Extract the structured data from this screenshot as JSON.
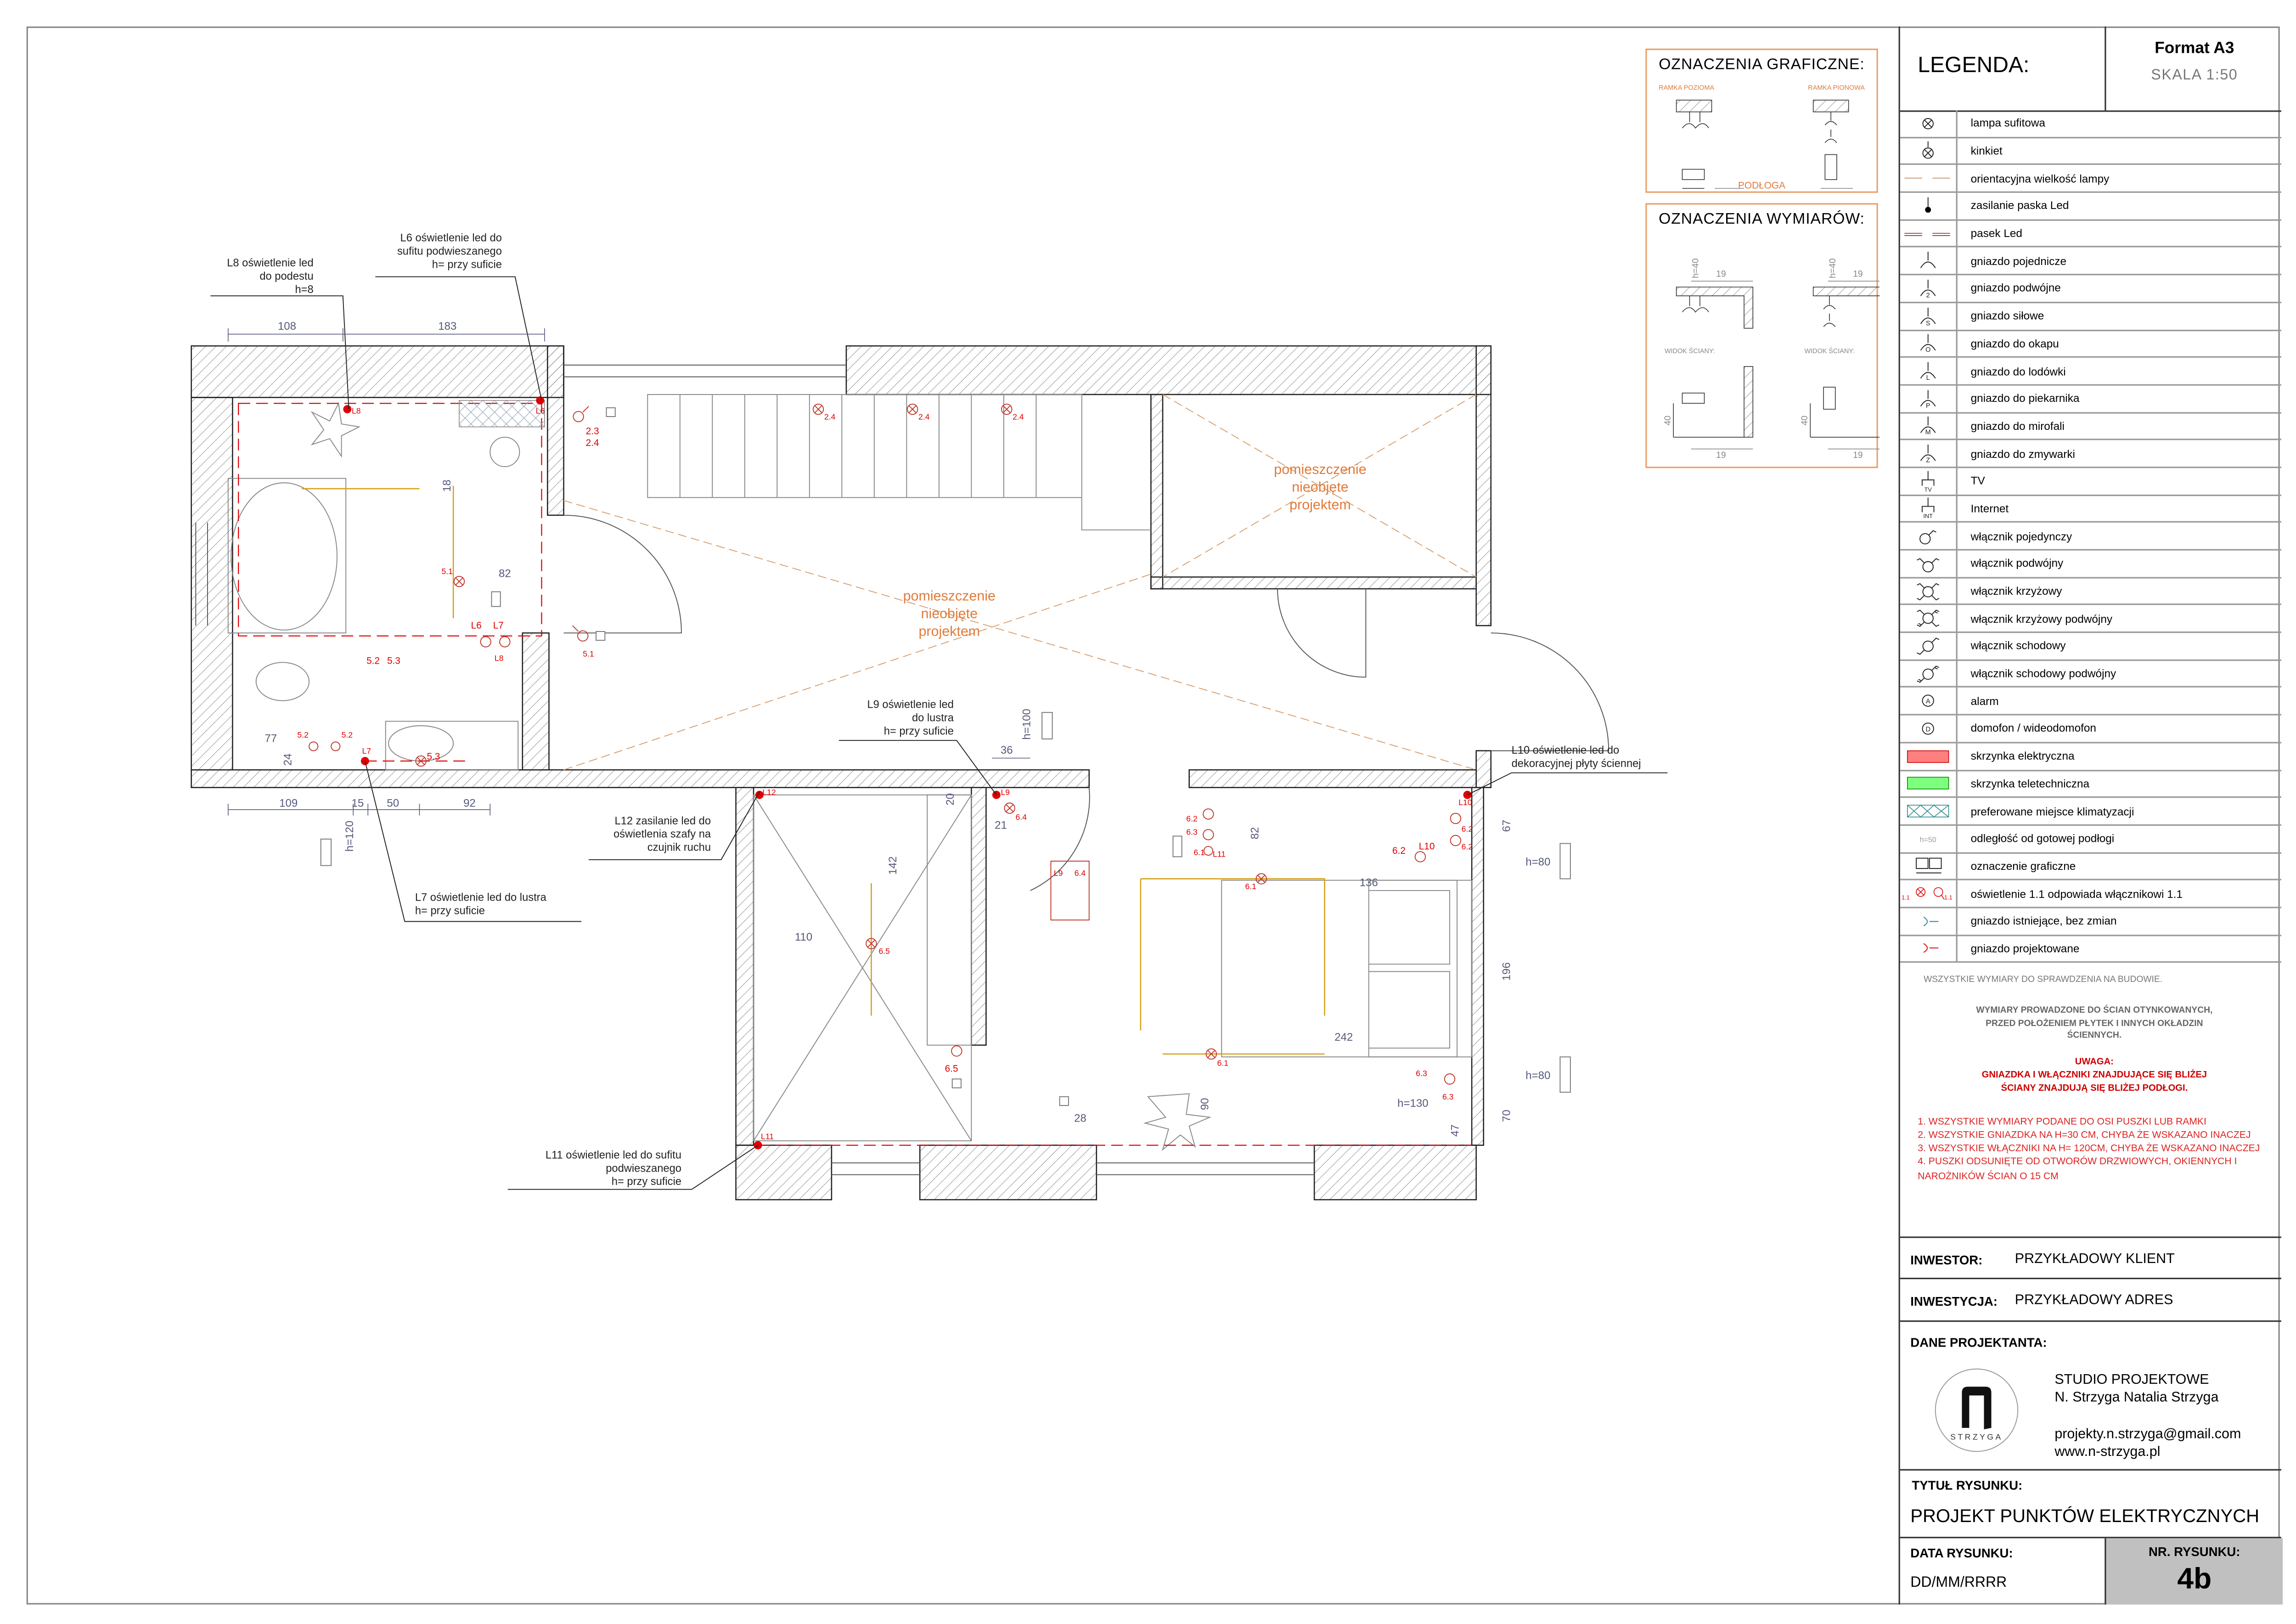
{
  "legend": {
    "title": "LEGENDA:",
    "format": "Format A3",
    "scale": "SKALA  1:50",
    "items": [
      {
        "icon": "ceiling-lamp",
        "label": "lampa sufitowa"
      },
      {
        "icon": "wall-lamp",
        "label": "kinkiet"
      },
      {
        "icon": "lamp-size",
        "label": "orientacyjna wielkość lampy"
      },
      {
        "icon": "led-supply",
        "label": "zasilanie paska Led"
      },
      {
        "icon": "led-strip",
        "label": "pasek Led"
      },
      {
        "icon": "socket",
        "text": "",
        "label": "gniazdo pojednicze"
      },
      {
        "icon": "socket",
        "text": "2",
        "label": "gniazdo podwójne"
      },
      {
        "icon": "socket",
        "text": "S",
        "label": "gniazdo siłowe"
      },
      {
        "icon": "socket",
        "text": "O",
        "label": "gniazdo do okapu"
      },
      {
        "icon": "socket",
        "text": "L",
        "label": "gniazdo do lodówki"
      },
      {
        "icon": "socket",
        "text": "P",
        "label": "gniazdo do piekarnika"
      },
      {
        "icon": "socket",
        "text": "M",
        "label": "gniazdo do mirofali"
      },
      {
        "icon": "socket",
        "text": "Z",
        "label": "gniazdo do zmywarki"
      },
      {
        "icon": "outlet-box",
        "text": "TV",
        "label": "TV"
      },
      {
        "icon": "outlet-box",
        "text": "INT",
        "label": "Internet"
      },
      {
        "icon": "switch-single",
        "label": "włącznik pojedynczy"
      },
      {
        "icon": "switch-double",
        "label": "włącznik podwójny"
      },
      {
        "icon": "switch-cross",
        "label": "włącznik krzyżowy"
      },
      {
        "icon": "switch-cross-double",
        "label": "włącznik krzyżowy podwójny"
      },
      {
        "icon": "switch-stair",
        "label": "włącznik schodowy"
      },
      {
        "icon": "switch-stair-double",
        "label": "włącznik schodowy podwójny"
      },
      {
        "icon": "circle-letter",
        "text": "A",
        "label": "alarm"
      },
      {
        "icon": "circle-letter",
        "text": "D",
        "label": "domofon / wideodomofon"
      },
      {
        "icon": "box-electric",
        "label": "skrzynka elektryczna"
      },
      {
        "icon": "box-telecom",
        "label": "skrzynka teletechniczna"
      },
      {
        "icon": "ac-area",
        "label": "preferowane miejsce klimatyzacji"
      },
      {
        "icon": "height-text",
        "text": "h=50",
        "label": "odległość od gotowej podłogi"
      },
      {
        "icon": "graphic-mark",
        "label": "oznaczenie graficzne"
      },
      {
        "icon": "light-switch-pair",
        "text": "1.1",
        "label": "oświetlenie 1.1 odpowiada włącznikowi  1.1"
      },
      {
        "icon": "socket-existing",
        "label": "gniazdo istniejące, bez zmian"
      },
      {
        "icon": "socket-projected",
        "label": "gniazdo projektowane"
      }
    ]
  },
  "notes": {
    "check": "WSZYSTKIE WYMIARY DO SPRAWDZENIA NA BUDOWIE.",
    "plaster": [
      "WYMIARY PROWADZONE DO ŚCIAN OTYNKOWANYCH,",
      "PRZED POŁOŻENIEM PŁYTEK I INNYCH OKŁADZIN",
      "ŚCIENNYCH."
    ],
    "warning_title": "UWAGA:",
    "warning": [
      "GNIAZDKA I WŁĄCZNIKI ZNAJDUJĄCE SIĘ BLIŻEJ",
      "ŚCIANY ZNAJDUJĄ SIĘ BLIŻEJ PODŁOGI."
    ],
    "list": [
      "1. WSZYSTKIE WYMIARY PODANE DO OSI PUSZKI LUB RAMKI",
      "2. WSZYSTKIE GNIAZDKA NA H=30 CM, CHYBA ŻE WSKAZANO INACZEJ",
      "3. WSZYSTKIE WŁĄCZNIKI NA H= 120CM, CHYBA ŻE WSKAZANO INACZEJ",
      "4. PUSZKI ODSUNIĘTE OD OTWORÓW DRZWIOWYCH, OKIENNYCH I NAROŻNIKÓW ŚCIAN O 15 CM"
    ]
  },
  "title_block": {
    "investor_label": "INWESTOR:",
    "investor": "PRZYKŁADOWY KLIENT",
    "investment_label": "INWESTYCJA:",
    "investment": "PRZYKŁADOWY ADRES",
    "designer_label": "DANE PROJEKTANTA:",
    "logo_text": "STRZYGA",
    "studio": "STUDIO PROJEKTOWE",
    "designer": "N. Strzyga Natalia Strzyga",
    "email": "projekty.n.strzyga@gmail.com",
    "website": "www.n-strzyga.pl",
    "drawing_title_label": "TYTUŁ RYSUNKU:",
    "drawing_title": "PROJEKT PUNKTÓW ELEKTRYCZNYCH",
    "date_label": "DATA RYSUNKU:",
    "date": "DD/MM/RRRR",
    "number_label": "NR. RYSUNKU:",
    "number": "4b"
  },
  "graphic_marks": {
    "title": "OZNACZENIA GRAFICZNE:",
    "horizontal": "RAMKA POZIOMA",
    "vertical": "RAMKA PIONOWA",
    "floor": "PODŁOGA"
  },
  "dimension_marks": {
    "title": "OZNACZENIA WYMIARÓW:",
    "height": "h=40",
    "offset": "19",
    "wall_view": "WIDOK ŚCIANY:",
    "floor_height": "40"
  },
  "plan": {
    "rooms": {
      "excluded": [
        "pomieszczenie",
        "nieobjęte",
        "projektem"
      ]
    },
    "annotations": {
      "L8": [
        "L8 oświetlenie led",
        "do podestu",
        "h=8"
      ],
      "L6": [
        "L6 oświetlenie led do",
        "sufitu podwieszanego",
        "h= przy suficie"
      ],
      "L9": [
        "L9 oświetlenie led",
        "do lustra",
        "h= przy suficie"
      ],
      "L10": [
        "L10 oświetlenie led do",
        "dekoracyjnej płyty ściennej"
      ],
      "L12": [
        "L12 zasilanie led do",
        "oświetlenia szafy na",
        "czujnik ruchu"
      ],
      "L7": [
        "L7 oświetlenie led do lustra",
        "h= przy suficie"
      ],
      "L11": [
        "L11 oświetlenie led do sufitu",
        "podwieszanego",
        "h= przy suficie"
      ]
    },
    "dims": [
      "108",
      "183",
      "82",
      "18",
      "77",
      "24",
      "109",
      "15",
      "50",
      "92",
      "h=120",
      "36",
      "h=100",
      "20",
      "21",
      "142",
      "110",
      "82",
      "136",
      "242",
      "196",
      "67",
      "h=80",
      "h=80",
      "h=130",
      "90",
      "47",
      "70",
      "28"
    ],
    "points": [
      "L8",
      "L6",
      "2.3",
      "2.4",
      "2.4",
      "2.4",
      "2.4",
      "5.1",
      "5.1",
      "L6",
      "L7",
      "L8",
      "5.2",
      "5.3",
      "5.2",
      "5.2",
      "L7",
      "5.3",
      "L12",
      "L9",
      "6.4",
      "L9",
      "6.4",
      "6.2",
      "6.3",
      "6.1",
      "L11",
      "L10",
      "6.2",
      "6.2",
      "6.2",
      "L10",
      "6.1",
      "6.5",
      "6.5",
      "6.1",
      "6.3",
      "6.3",
      "L11"
    ]
  },
  "colors": {
    "led": "#e00000",
    "orange": "#e07b39",
    "lamp": "#d4a017",
    "dim": "#55597a",
    "nr_box": "#c0c0c0"
  }
}
